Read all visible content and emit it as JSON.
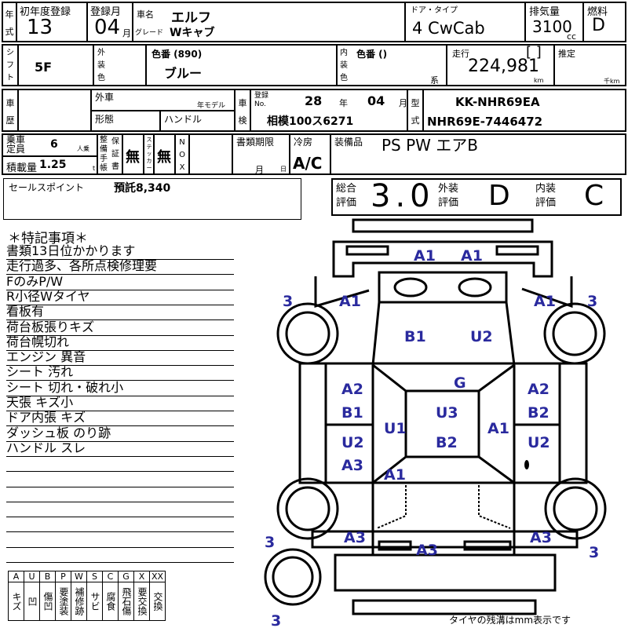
{
  "row1": {
    "year_label": "年式",
    "first_reg_label": "初年度登録",
    "first_reg": "13",
    "reg_month_label": "登録月",
    "reg_month": "04",
    "month_unit": "月",
    "car_name_label": "車名",
    "car_name": "エルフ",
    "grade_label": "グレード",
    "grade": "Wキャブ",
    "door_label": "ドア・タイプ",
    "door": "4 CwCab",
    "displacement_label": "排気量",
    "displacement": "3100",
    "cc": "cc",
    "fuel_label": "燃料",
    "fuel": "D"
  },
  "row2": {
    "shift_label": "シフト",
    "shift": "5F",
    "ext_color_label": "外装色",
    "color_no": "色番 (890)",
    "color": "ブルー",
    "int_color_label": "内装色",
    "int_color_no": "色番 ()",
    "kei": "系",
    "mileage_label": "走行",
    "bracket": "[ ]",
    "mileage": "224,981",
    "km": "km",
    "estimate_label": "推定",
    "thousand_km": "千km"
  },
  "row3": {
    "history_label": "車歴",
    "foreign_label": "外車",
    "model_year_label": "年モデル",
    "form_label": "形態",
    "handle_label": "ハンドル",
    "inspection_label": "車検",
    "reg_no_label": "登録No.",
    "insp_year": "28",
    "year_unit": "年",
    "insp_month": "04",
    "month_unit": "月",
    "plate": "相模100ス6271",
    "model_label": "型式",
    "model": "KK-NHR69EA",
    "chassis": "NHR69E-7446472"
  },
  "row4": {
    "capacity_label": "乗車定員",
    "capacity": "6",
    "capacity_unit": "人乗",
    "load_label": "積載量",
    "load": "1.25",
    "load_unit": "t",
    "manual_label": "整備手帳",
    "warranty_label": "保証書",
    "manual_value": "無",
    "sticker_label": "ステッカー",
    "sticker_value": "無",
    "nox_label": "NOX",
    "docs_label": "書類期限",
    "docs_month": "月",
    "docs_day": "日",
    "ac_label": "冷房",
    "ac": "A/C",
    "equip_label": "装備品",
    "equip": "PS PW エアB"
  },
  "sales": {
    "label": "セールスポイント",
    "text": "預託8,340"
  },
  "grades": {
    "total_label": "総合評価",
    "total": "3.0",
    "ext_label": "外装評価",
    "ext": "D",
    "int_label": "内装評価",
    "int": "C"
  },
  "notes": {
    "title": "＊特記事項＊",
    "items": [
      "書類13日位かかります",
      "走行過多、各所点検修理要",
      "FのみP/W",
      "R小径Wタイヤ",
      "看板有",
      "荷台板張りキズ",
      "荷台幌切れ",
      "エンジン 異音",
      "シート 汚れ",
      "シート 切れ・破れ小",
      "天張 キズ小",
      "ドア内張 キズ",
      "ダッシュ板 のり跡",
      "ハンドル スレ"
    ]
  },
  "legend": {
    "codes": [
      "A",
      "U",
      "B",
      "P",
      "W",
      "S",
      "C",
      "G",
      "X",
      "XX"
    ],
    "meanings": [
      "キズ",
      "凹",
      "傷凹",
      "要塗装",
      "補修跡",
      "サビ",
      "腐食",
      "飛石傷",
      "要交換",
      "交換"
    ]
  },
  "diagram": {
    "marks": [
      "A1",
      "A1",
      "3",
      "A1",
      "A1",
      "3",
      "B1",
      "U2",
      "G",
      "A2",
      "A2",
      "B1",
      "U3",
      "B2",
      "U1",
      "A1",
      "U2",
      "B2",
      "U2",
      "A3",
      "A1",
      "3",
      "A3",
      "A3",
      "A3",
      "3",
      "3"
    ],
    "tire_note": "タイヤの残溝はmm表示です",
    "mark_color": "#2a2a9e"
  }
}
